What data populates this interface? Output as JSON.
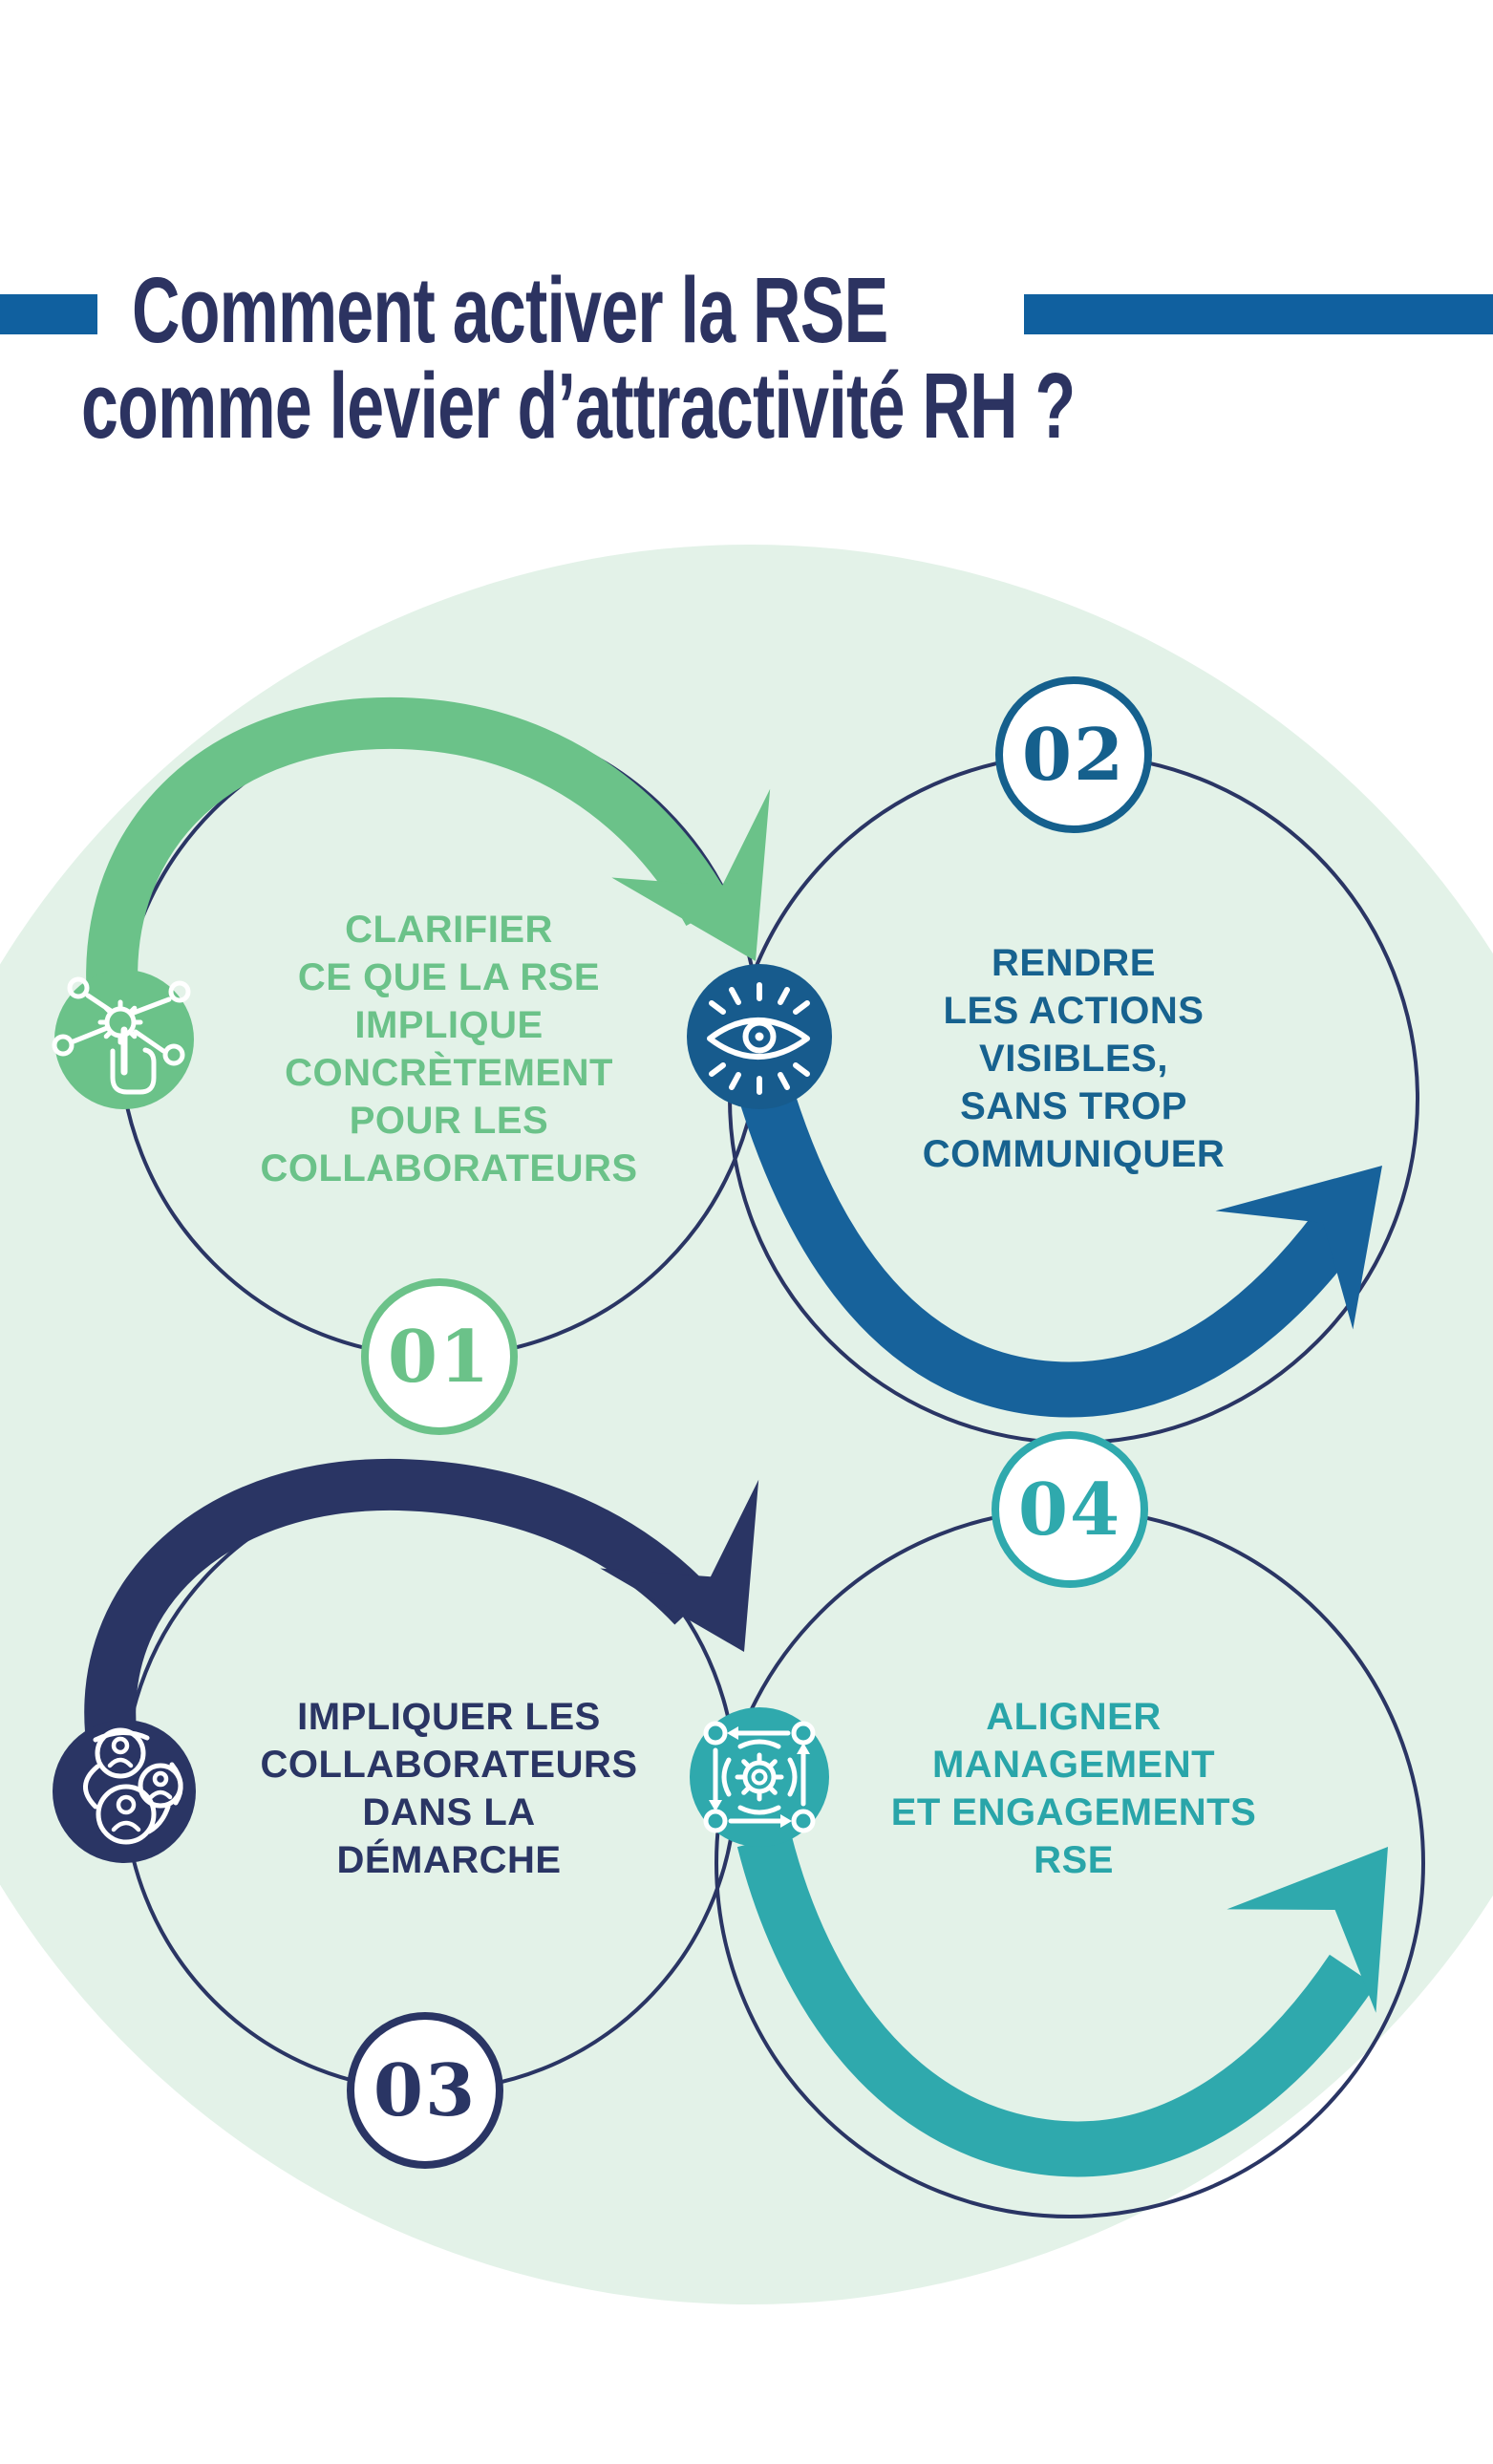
{
  "title": {
    "line1": "Comment activer la RSE",
    "line2": "comme levier d’attractivité RH ?"
  },
  "steps": [
    {
      "number": "01",
      "label": "CLARIFIER\nCE QUE LA RSE\nIMPLIQUE\nCONCRÈTEMENT\nPOUR LES\nCOLLABORATEURS",
      "color": "#6bc289",
      "icon": "touch-network-icon"
    },
    {
      "number": "02",
      "label": "RENDRE\nLES ACTIONS\nVISIBLES,\nSANS TROP\nCOMMUNIQUER",
      "color": "#17628f",
      "icon": "eye-icon"
    },
    {
      "number": "03",
      "label": "IMPLIQUER LES\nCOLLABORATEURS\nDANS LA\nDÉMARCHE",
      "color": "#2a3564",
      "icon": "team-icon"
    },
    {
      "number": "04",
      "label": "ALIGNER\nMANAGEMENT\nET ENGAGEMENTS\nRSE",
      "color": "#29a5a9",
      "icon": "process-gear-icon"
    }
  ],
  "colors": {
    "title_navy": "#2c3361",
    "bar_blue": "#10609f",
    "green": "#6bc289",
    "blue": "#17629b",
    "navy": "#2a3564",
    "teal": "#2fa9ad",
    "background_circle": "#e3f2e8"
  }
}
